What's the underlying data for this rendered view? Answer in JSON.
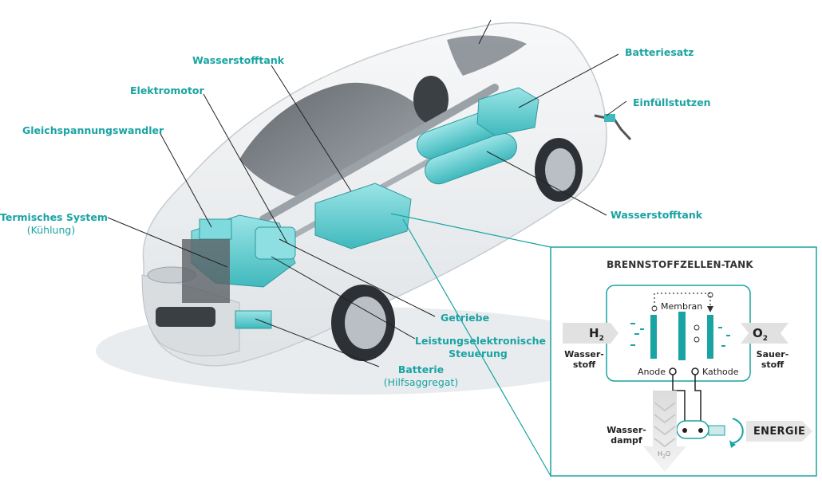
{
  "labels": {
    "hydrogen_tank_top": "Wasserstofftank",
    "battery_pack": "Batteriesatz",
    "electric_motor": "Elektromotor",
    "filler_neck": "Einfüllstutzen",
    "dc_converter": "Gleichspannungswandler",
    "thermal_system": "Termisches System",
    "thermal_system_sub": "(Kühlung)",
    "hydrogen_tank_right": "Wasserstofftank",
    "gearbox": "Getriebe",
    "power_electronics_1": "Leistungselektronische",
    "power_electronics_2": "Steuerung",
    "battery": "Batterie",
    "battery_sub": "(Hilfsaggregat)"
  },
  "inset": {
    "title": "BRENNSTOFFZELLEN-TANK",
    "membrane": "Membran",
    "anode": "Anode",
    "cathode": "Kathode",
    "h2_symbol": "H",
    "h2_index": "2",
    "o2_symbol": "O",
    "o2_index": "2",
    "hydrogen_1": "Wasser-",
    "hydrogen_2": "stoff",
    "oxygen_1": "Sauer-",
    "oxygen_2": "stoff",
    "steam_1": "Wasser-",
    "steam_2": "dampf",
    "h2o_symbol": "H",
    "h2o_index": "2",
    "h2o_o": "O",
    "energy": "ENERGIE"
  },
  "colors": {
    "accent": "#1aa3a3",
    "component": "#6fd3d6",
    "car_body": "#eef0f2",
    "line": "#222222"
  }
}
